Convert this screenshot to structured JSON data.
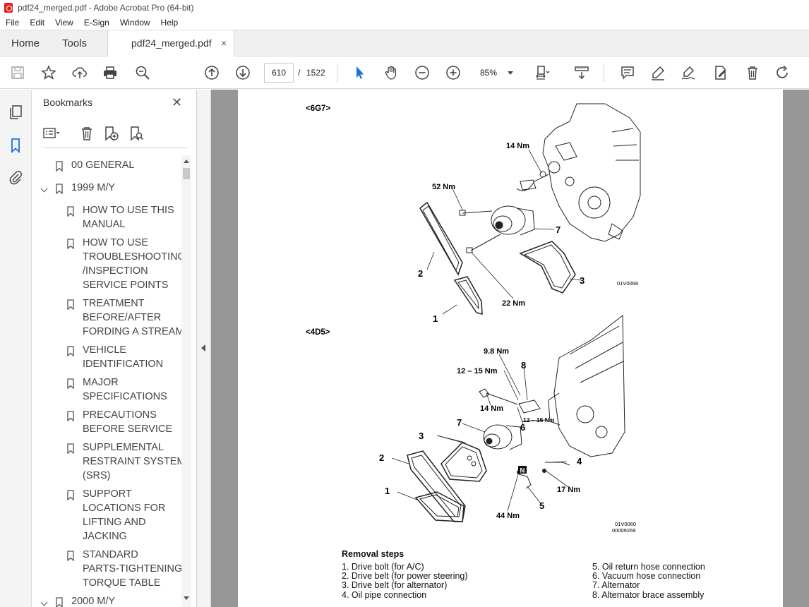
{
  "window": {
    "title": "pdf24_merged.pdf - Adobe Acrobat Pro (64-bit)"
  },
  "menu": [
    "File",
    "Edit",
    "View",
    "E-Sign",
    "Window",
    "Help"
  ],
  "tabs": {
    "home": "Home",
    "tools": "Tools",
    "document": "pdf24_merged.pdf",
    "close_glyph": "×"
  },
  "toolbar": {
    "current_page": "610",
    "page_separator": "/",
    "total_pages": "1522",
    "zoom": "85%"
  },
  "bookmarks": {
    "title": "Bookmarks",
    "close_glyph": "✕",
    "items": [
      {
        "label": "00 GENERAL",
        "level": 0,
        "expander": "none"
      },
      {
        "label": "1999 M/Y",
        "level": 0,
        "expander": "expanded"
      },
      {
        "label": "HOW TO USE THIS\nMANUAL",
        "level": 1
      },
      {
        "label": "HOW TO USE\nTROUBLESHOOTING\n/INSPECTION\nSERVICE POINTS",
        "level": 1
      },
      {
        "label": "TREATMENT\nBEFORE/AFTER\nFORDING A STREAM",
        "level": 1
      },
      {
        "label": "VEHICLE\nIDENTIFICATION",
        "level": 1
      },
      {
        "label": "MAJOR\nSPECIFICATIONS",
        "level": 1
      },
      {
        "label": "PRECAUTIONS\nBEFORE SERVICE",
        "level": 1
      },
      {
        "label": "SUPPLEMENTAL\nRESTRAINT SYSTEM\n(SRS)",
        "level": 1
      },
      {
        "label": "SUPPORT\nLOCATIONS FOR\nLIFTING AND\nJACKING",
        "level": 1
      },
      {
        "label": "STANDARD\nPARTS-TIGHTENING-\nTORQUE TABLE",
        "level": 1
      },
      {
        "label": "2000 M/Y",
        "level": 0,
        "expander": "expanded"
      }
    ]
  },
  "document": {
    "section1": {
      "title": "<6G7>",
      "labels": [
        "14 Nm",
        "52 Nm",
        "7",
        "2",
        "3",
        "01V0068",
        "22 Nm",
        "1"
      ]
    },
    "section2": {
      "title": "<4D5>",
      "labels": [
        "9.8 Nm",
        "8",
        "12 – 15 Nm",
        "14 Nm",
        "6",
        "12 – 15 Nm",
        "7",
        "3",
        "2",
        "4",
        "N",
        "17 Nm",
        "1",
        "5",
        "44 Nm",
        "01V0060",
        "00009269"
      ]
    },
    "removal": {
      "heading": "Removal steps",
      "left": [
        "1. Drive bolt (for A/C)",
        "2. Drive belt (for power steering)",
        "3. Drive belt (for alternator)",
        "4. Oil pipe connection"
      ],
      "right": [
        "5. Oil return hose connection",
        "6. Vacuum hose connection",
        "7. Alternator",
        "8. Alternator brace assembly"
      ]
    }
  },
  "colors": {
    "accent_blue": "#1473e6",
    "toolbar_icon": "#444444",
    "tab_bg": "#f0f0f0",
    "doc_bg": "#969696"
  }
}
